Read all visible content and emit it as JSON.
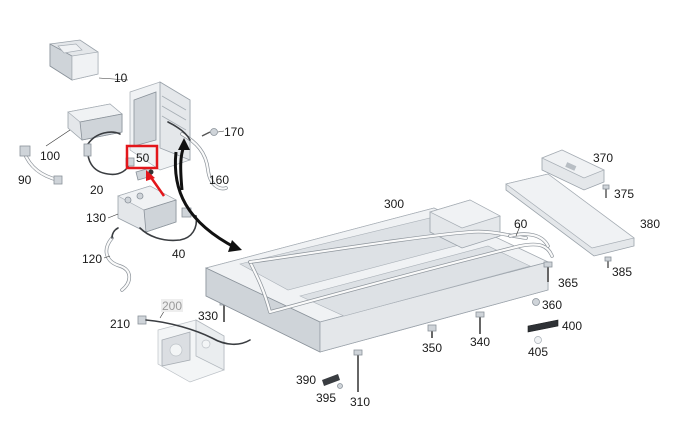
{
  "labels": {
    "l10": "10",
    "l20": "20",
    "l40": "40",
    "l50": "50",
    "l60": "60",
    "l90": "90",
    "l100": "100",
    "l120": "120",
    "l130": "130",
    "l160": "160",
    "l170": "170",
    "l200": "200",
    "l210": "210",
    "l300": "300",
    "l310": "310",
    "l330": "330",
    "l340": "340",
    "l350": "350",
    "l360": "360",
    "l365": "365",
    "l370": "370",
    "l375": "375",
    "l380": "380",
    "l385": "385",
    "l390": "390",
    "l395": "395",
    "l400": "400",
    "l405": "405"
  },
  "highlight": {
    "part_number": "50",
    "box_color": "#e3161b",
    "arrow_color": "#e3161b"
  },
  "colors": {
    "arrow": "#111111"
  }
}
